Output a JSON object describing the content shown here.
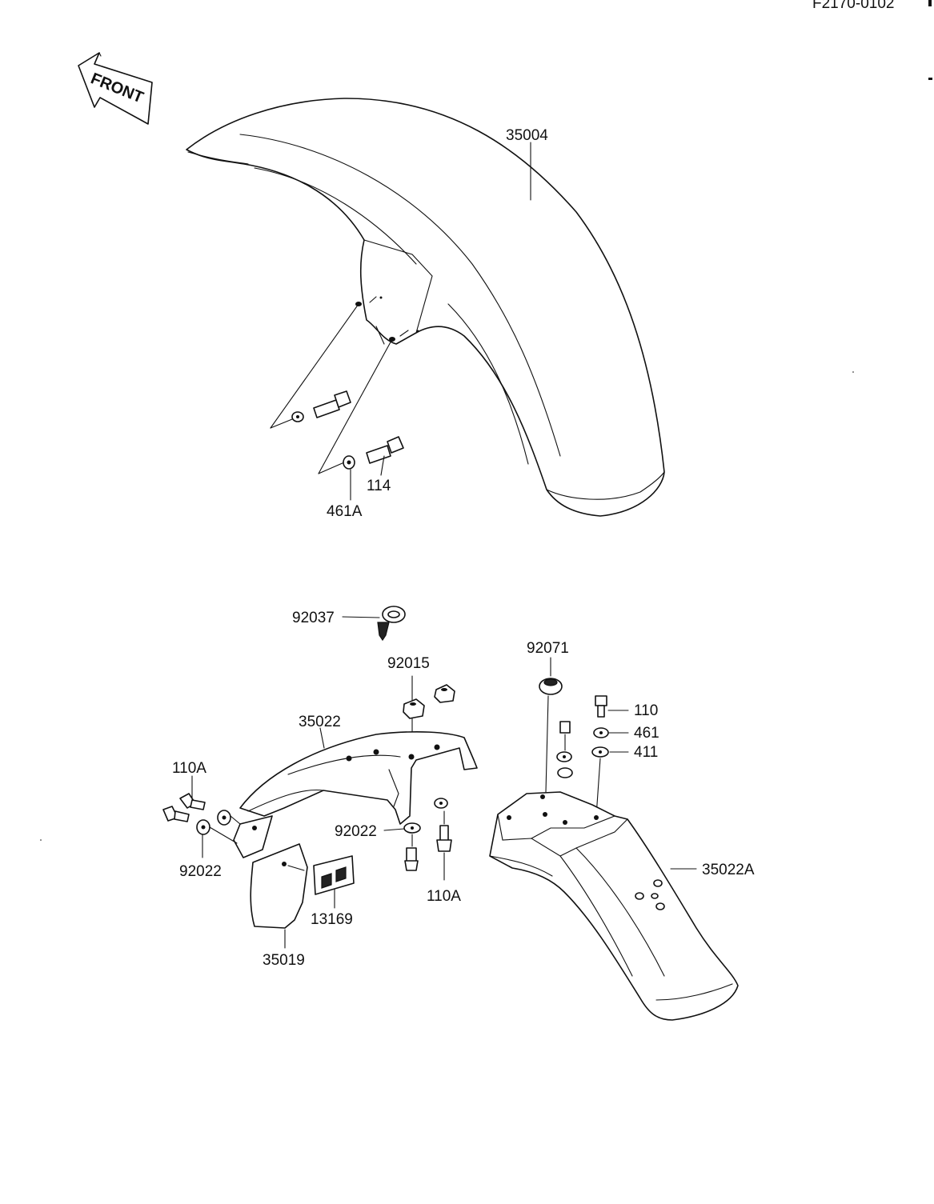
{
  "drawing_number": "F2170-0102",
  "front_indicator": "FRONT",
  "callouts": {
    "front_fender": "35004",
    "bolt_114": "114",
    "washer_461A": "461A",
    "clamp_92037": "92037",
    "nut_92015": "92015",
    "rear_fender_front": "35022",
    "bolt_110A_left": "110A",
    "washer_92022_left": "92022",
    "washer_92022_mid": "92022",
    "bolt_110A_mid": "110A",
    "mud_flap": "35019",
    "reflector": "13169",
    "grommet": "92071",
    "bolt_110": "110",
    "washer_461": "461",
    "washer_411": "411",
    "rear_fender_rear": "35022A"
  }
}
